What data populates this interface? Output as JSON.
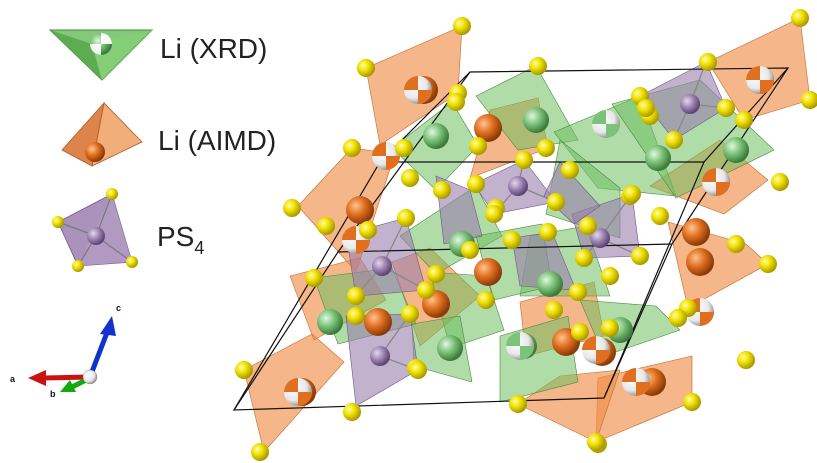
{
  "legend": {
    "items": [
      {
        "label": "Li (XRD)",
        "icon": "green-tetrahedron-icon",
        "color": "#6fc061"
      },
      {
        "label": "Li (AIMD)",
        "icon": "orange-tetrahedron-icon",
        "color": "#e58a4c"
      },
      {
        "label_main": "PS",
        "label_sub": "4",
        "icon": "purple-tetrahedron-icon",
        "color": "#9b7fae"
      }
    ]
  },
  "axes": {
    "a": {
      "label": "a",
      "color": "#cc1111"
    },
    "b": {
      "label": "b",
      "color": "#11aa11"
    },
    "c": {
      "label": "c",
      "color": "#1133cc"
    }
  },
  "colors": {
    "sulfur": "#f2e200",
    "li_aimd": "#e06f1f",
    "li_xrd": "#7cc27a",
    "phosphorus": "#9b7fae",
    "unit_cell_edge": "#111111"
  }
}
